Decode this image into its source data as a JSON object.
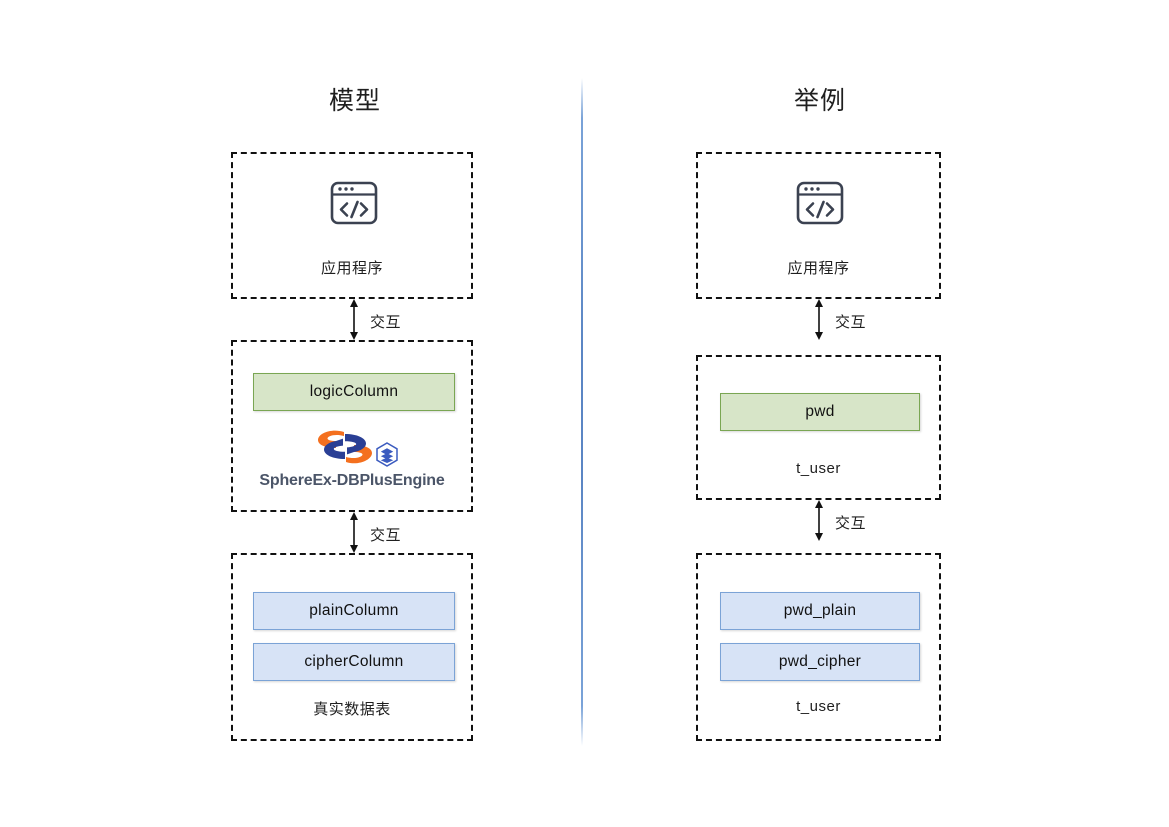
{
  "columns": [
    {
      "id": "model",
      "title": "模型",
      "layers": [
        {
          "id": "app",
          "icon": "code-window-icon",
          "caption": "应用程序",
          "chips": []
        },
        {
          "id": "engine",
          "caption": "",
          "chips": [
            {
              "label": "logicColumn",
              "style": "green"
            }
          ],
          "brand": {
            "mark": "sphereex-logo-icon",
            "stack": "layer-stack-icon",
            "text": "SphereEx-DBPlusEngine"
          }
        },
        {
          "id": "storage",
          "caption": "真实数据表",
          "chips": [
            {
              "label": "plainColumn",
              "style": "blue"
            },
            {
              "label": "cipherColumn",
              "style": "blue"
            }
          ]
        }
      ],
      "connectors": [
        {
          "label": "交互"
        },
        {
          "label": "交互"
        }
      ]
    },
    {
      "id": "example",
      "title": "举例",
      "layers": [
        {
          "id": "app",
          "icon": "code-window-icon",
          "caption": "应用程序",
          "chips": []
        },
        {
          "id": "engine",
          "caption": "t_user",
          "chips": [
            {
              "label": "pwd",
              "style": "green"
            }
          ]
        },
        {
          "id": "storage",
          "caption": "t_user",
          "chips": [
            {
              "label": "pwd_plain",
              "style": "blue"
            },
            {
              "label": "pwd_cipher",
              "style": "blue"
            }
          ]
        }
      ],
      "connectors": [
        {
          "label": "交互"
        },
        {
          "label": "交互"
        }
      ]
    }
  ],
  "colors": {
    "divider": "#5b86c4",
    "chip_green_fill": "#d7e5c8",
    "chip_green_border": "#7aa653",
    "chip_blue_fill": "#d7e3f6",
    "chip_blue_border": "#7ba3d6",
    "layer_border": "#111111",
    "brand_text": "#4b5568",
    "logo_orange": "#f4701f",
    "logo_blue": "#2a3f95",
    "icon_stroke": "#3b4251"
  }
}
